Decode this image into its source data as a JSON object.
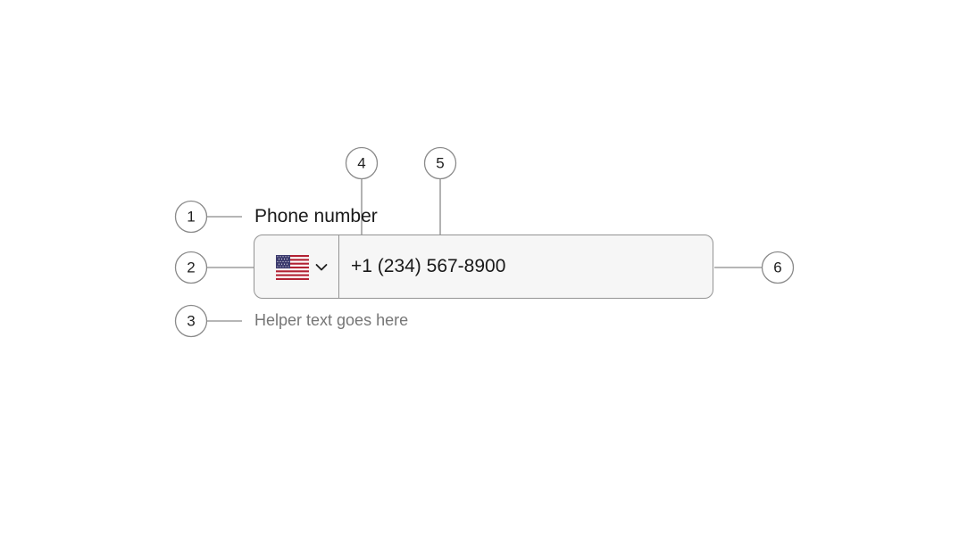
{
  "field": {
    "label": "Phone number",
    "value": "+1 (234) 567-8900",
    "helper_text": "Helper text goes here",
    "country_flag": "us-flag-icon"
  },
  "annotations": {
    "m1": "1",
    "m2": "2",
    "m3": "3",
    "m4": "4",
    "m5": "5",
    "m6": "6"
  },
  "colors": {
    "field_background": "#f6f6f6",
    "field_border": "#939393",
    "text": "#191919",
    "helper_text": "#767676",
    "annotation_stroke": "#8a8a8a"
  }
}
